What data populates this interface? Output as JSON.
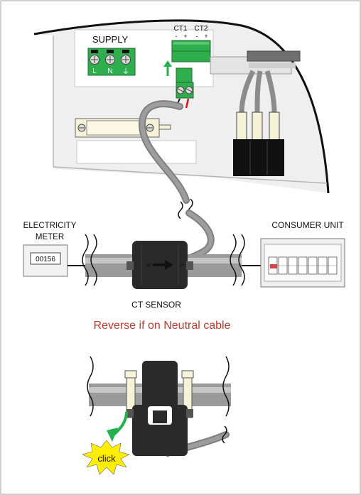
{
  "device": {
    "supply_label": "SUPPLY",
    "terminals": [
      "L",
      "N",
      "⏚"
    ],
    "ct1_label": "CT1",
    "ct2_label": "CT2",
    "ct1_polarity": [
      "-",
      "+"
    ],
    "ct2_polarity": [
      "-",
      "+"
    ]
  },
  "meter": {
    "label_line1": "ELECTRICITY",
    "label_line2": "METER",
    "reading": "00156"
  },
  "consumer_unit": {
    "label": "CONSUMER UNIT"
  },
  "sensor": {
    "label": "CT SENSOR",
    "k_mark": "K",
    "l_mark": "L"
  },
  "note": {
    "text": "Reverse if on Neutral cable",
    "color": "#c0392b"
  },
  "clamp": {
    "click_label": "click",
    "arrow_color": "#22b14c",
    "burst_color": "#ffee00"
  },
  "colors": {
    "terminal_green": "#2fae4e",
    "cable_grey": "#8c8c8c",
    "device_panel": "#f4f4f4"
  }
}
